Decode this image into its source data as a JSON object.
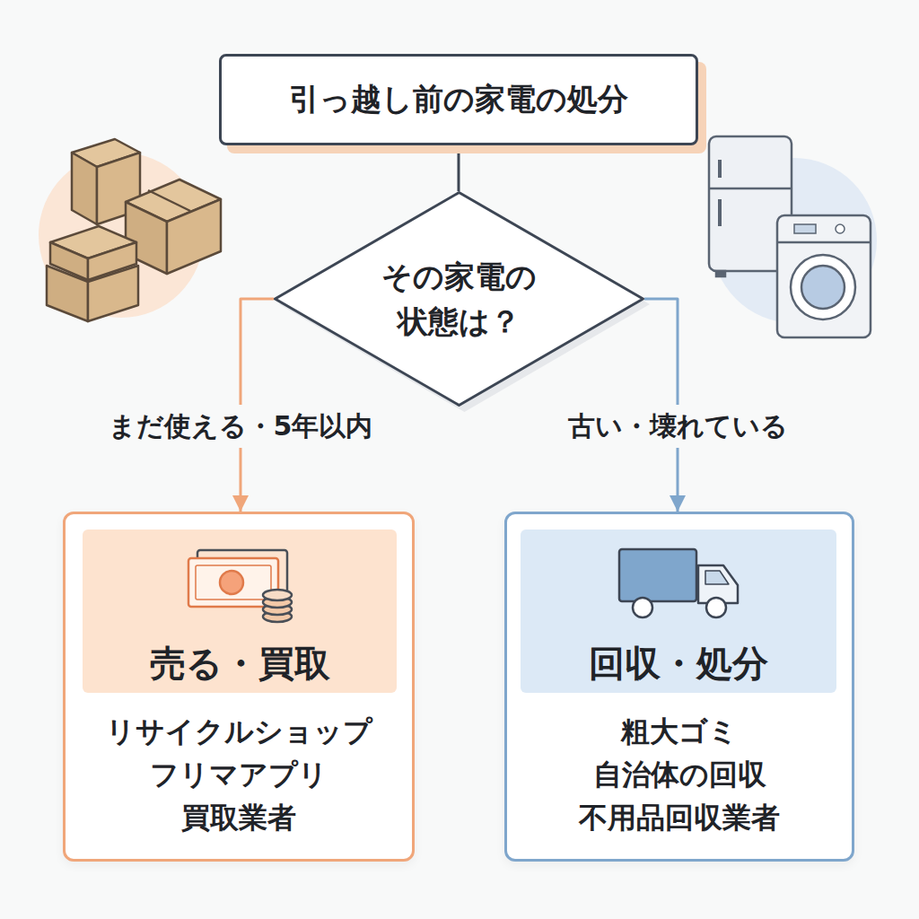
{
  "diagram": {
    "nodes": [
      {
        "text": [
          "引っ越し前の家電の処分"
        ]
      },
      {
        "text": [
          "その家電の 状態は？"
        ]
      },
      {
        "text": [
          "リサイクルショップ",
          "フリマアプリ",
          "買取業者"
        ]
      },
      {
        "text": [
          "売る・買取"
        ],
        "in": 2
      },
      {
        "text": [
          "粗大ゴミ",
          "自治体の回収",
          "不用品回収業者"
        ]
      },
      {
        "text": [
          "回収・処分"
        ],
        "in": 4
      }
    ],
    "edges": [
      {
        "from": 0,
        "to": 1,
        "arrow": "none"
      },
      {
        "from": 1,
        "to": 2,
        "label": "まだ使える・5年以内",
        "arrow": "to"
      },
      {
        "from": 1,
        "to": 4,
        "label": "古い・壊れている",
        "arrow": "to"
      }
    ]
  }
}
